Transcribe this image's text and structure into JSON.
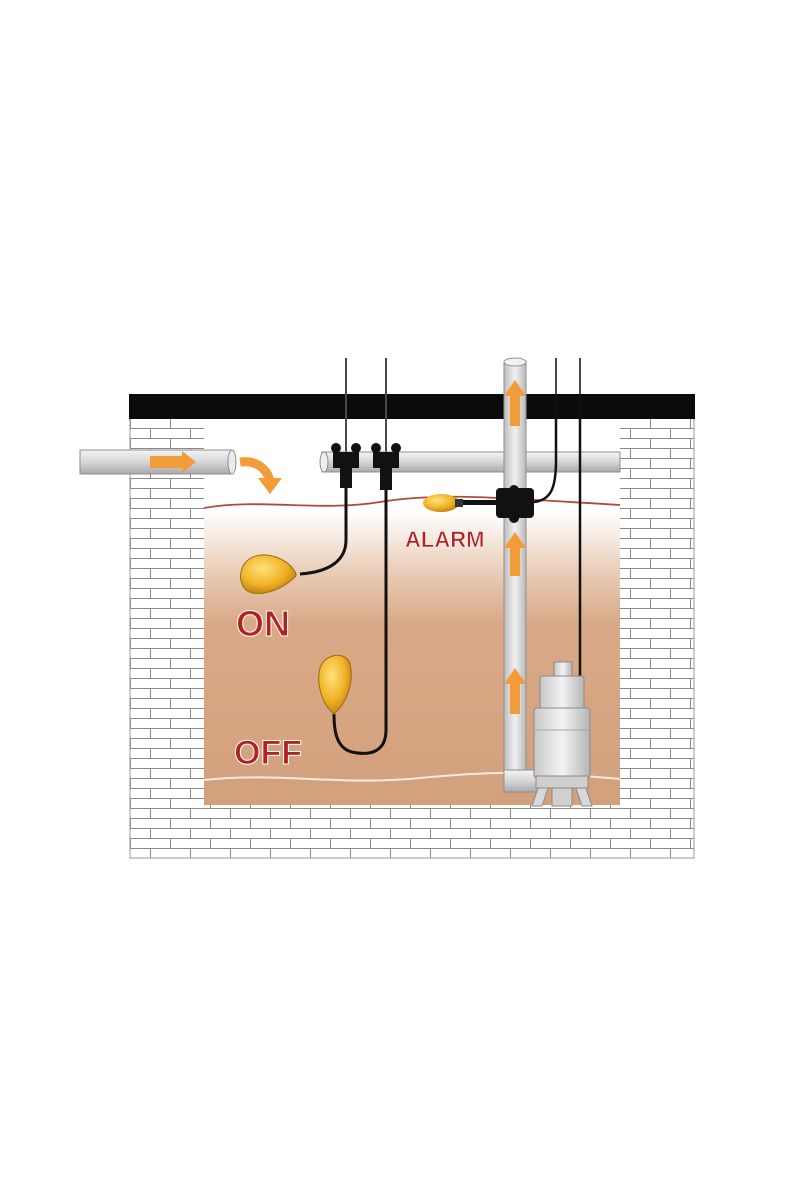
{
  "labels": {
    "alarm": "ALARM",
    "on": "ON",
    "off": "OFF"
  },
  "colors": {
    "label_red": "#b22222",
    "arrow_orange": "#f39c3a",
    "float_gold": "#f2b52a",
    "water_brown": "#d8a882",
    "roof_black": "#0b0b0b",
    "pipe_gray": "#d9d9d9",
    "pump_gray": "#dcdcdc",
    "level_line": "#b04a3a"
  },
  "icons": {
    "float_on": "float-switch-icon",
    "float_off": "float-switch-icon",
    "float_alarm": "float-switch-icon",
    "pump": "submersible-pump-icon"
  }
}
